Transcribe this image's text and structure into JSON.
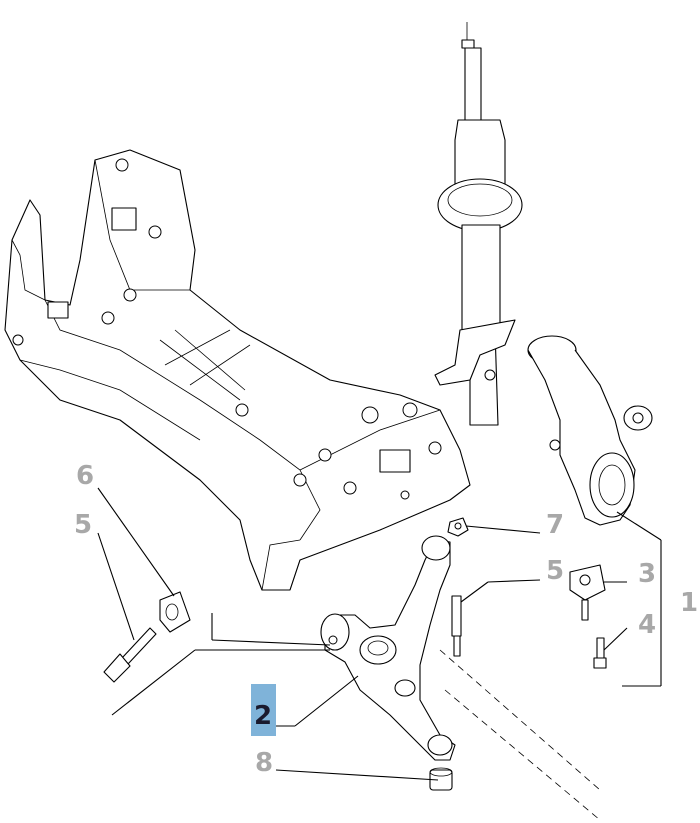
{
  "diagram": {
    "callouts": [
      {
        "id": "c1",
        "label": "1"
      },
      {
        "id": "c2",
        "label": "2",
        "selected": true
      },
      {
        "id": "c3",
        "label": "3"
      },
      {
        "id": "c4",
        "label": "4"
      },
      {
        "id": "c5a",
        "label": "5"
      },
      {
        "id": "c5b",
        "label": "5"
      },
      {
        "id": "c6",
        "label": "6"
      },
      {
        "id": "c7",
        "label": "7"
      },
      {
        "id": "c8",
        "label": "8"
      }
    ],
    "colors": {
      "callout_text": "#a8a8a8",
      "selected_highlight": "#7fb3d9",
      "selected_text": "#1a1a2e",
      "line_art": "#000000"
    }
  }
}
